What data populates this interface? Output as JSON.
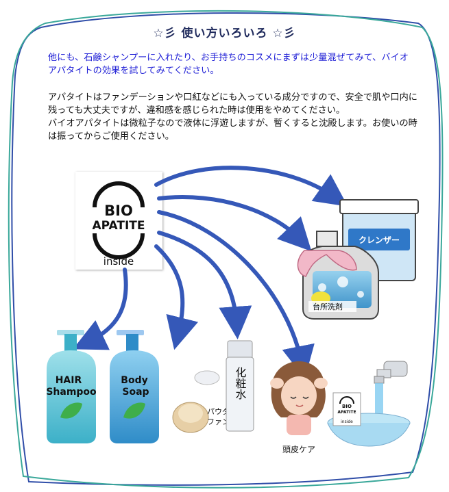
{
  "title": "☆彡 使い方いろいろ ☆彡",
  "intro": "他にも、石鹸シャンプーに入れたり、お手持ちのコスメにまずは少量混ぜてみて、バイオアパタイトの効果を試してみてください。",
  "body": [
    "アパタイトはファンデーションや口紅などにも入っている成分ですので、安全で肌や口内に残っても大丈夫ですが、違和感を感じられた時は使用をやめてください。",
    "バイオアパタイトは微粒子なので液体に浮遊しますが、暫くすると沈殿します。お使いの時は振ってからご使用ください。"
  ],
  "logo": {
    "line1": "BIO",
    "line2": "APATITE",
    "line3": "inside"
  },
  "items": {
    "cleanser": "クレンザー",
    "detergent": "台所洗剤",
    "hair_shampoo_1": "HAIR",
    "hair_shampoo_2": "Shampoo",
    "body_soap_1": "Body",
    "body_soap_2": "Soap",
    "powder_1": "パウダー",
    "powder_2": "ファンデ",
    "toner": "化粧水",
    "scalp": "頭皮ケア"
  },
  "colors": {
    "arrow": "#3558b8",
    "frame_blue": "#2f4da8",
    "frame_teal": "#3aa89a",
    "intro_text": "#1f1fd6"
  }
}
